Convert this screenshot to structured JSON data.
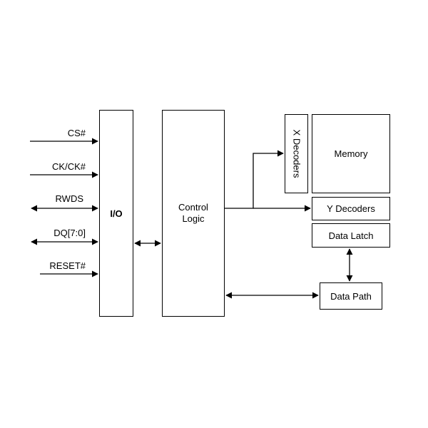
{
  "signals": {
    "cs": "CS#",
    "ck": "CK/CK#",
    "rwds": "RWDS",
    "dq": "DQ[7:0]",
    "reset": "RESET#"
  },
  "blocks": {
    "io": "I/O",
    "control": "Control\nLogic",
    "x_decoders": "X Decoders",
    "memory": "Memory",
    "y_decoders": "Y Decoders",
    "data_latch": "Data Latch",
    "data_path": "Data Path"
  },
  "colors": {
    "line": "#000000",
    "background": "#ffffff"
  }
}
